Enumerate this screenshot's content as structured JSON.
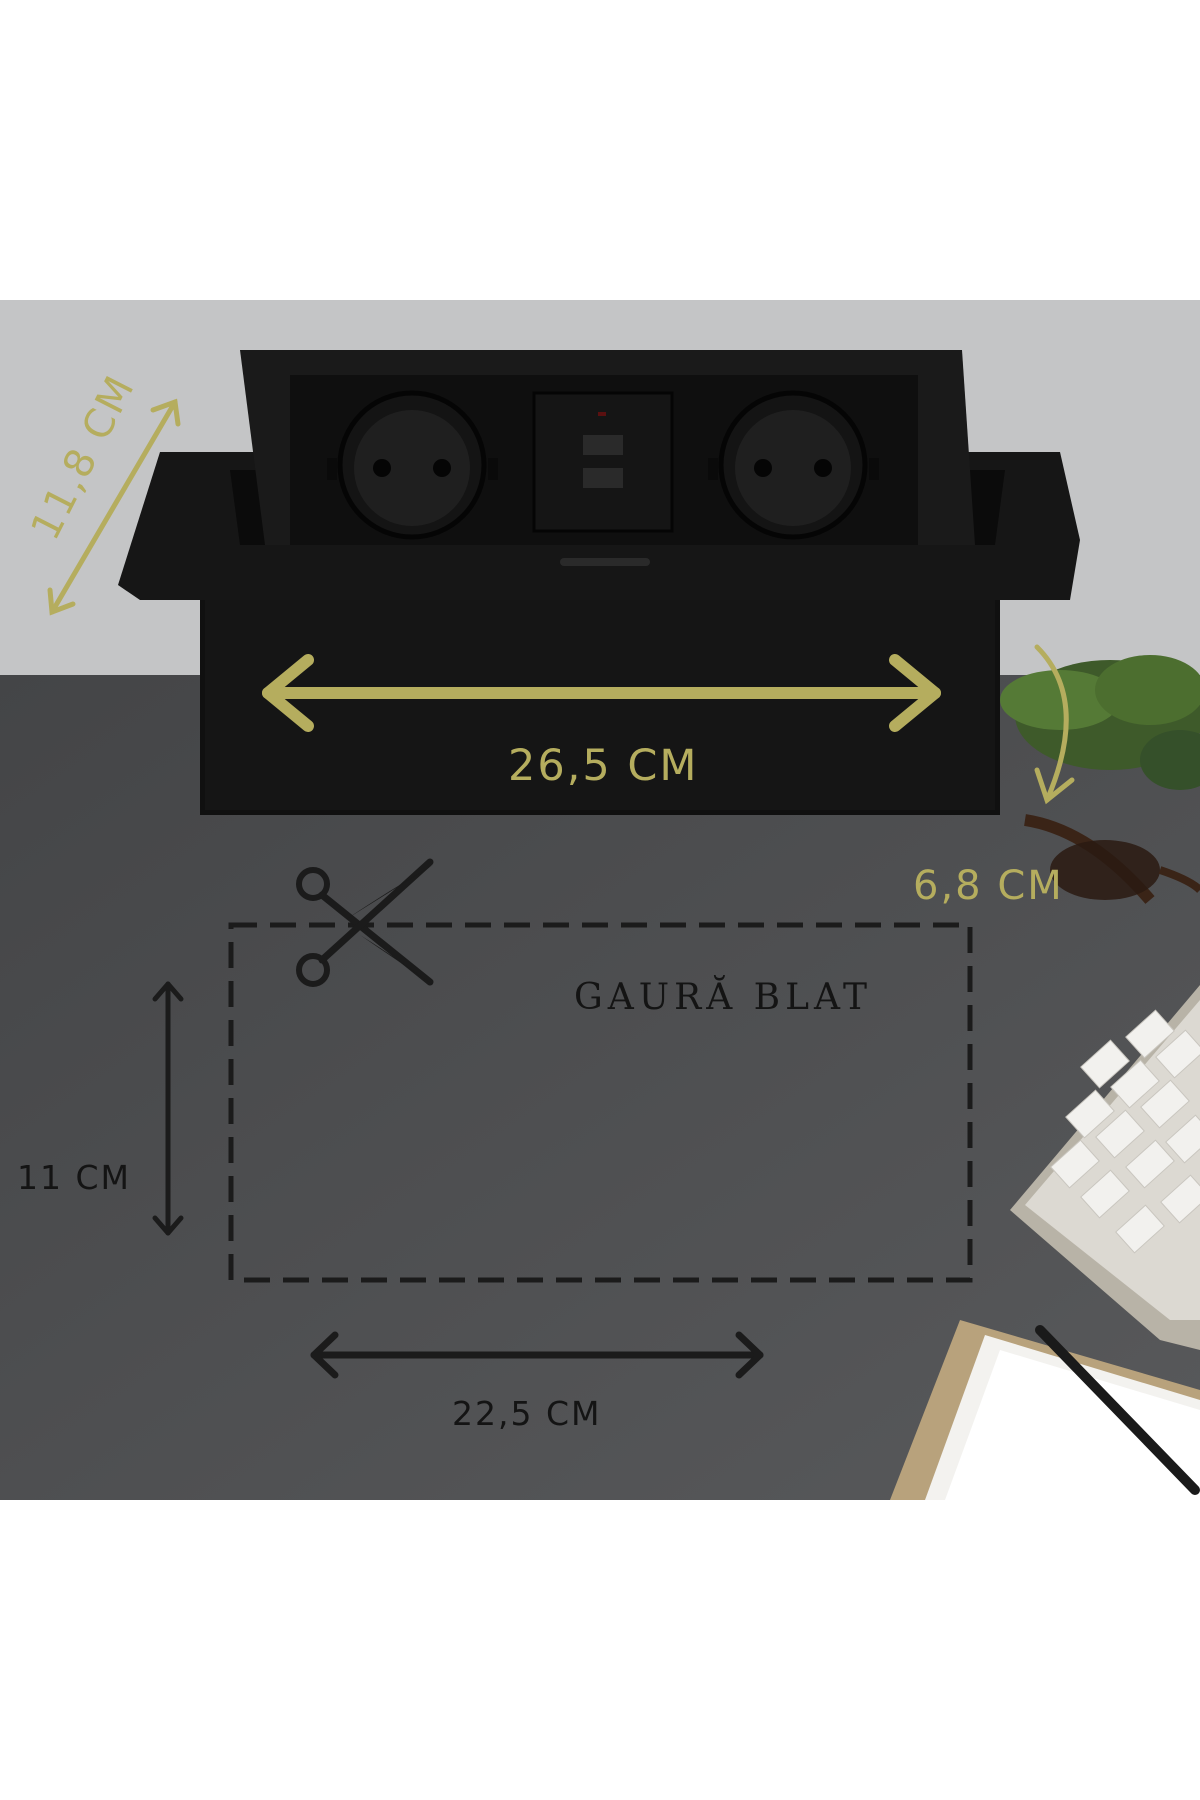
{
  "labels": {
    "depth": "11,8 CM",
    "width_top": "26,5 CM",
    "height_top": "6,8 CM",
    "hole": "GAURĂ BLAT",
    "cut_height": "11 CM",
    "cut_width": "22,5 CM"
  },
  "icons": {
    "scissors": "scissors-icon"
  },
  "colors": {
    "accent_gold": "#b5ad5e",
    "text_dark": "#141414",
    "desk": "#4e4f51",
    "wall": "#c4c5c6",
    "product": "#121212"
  }
}
